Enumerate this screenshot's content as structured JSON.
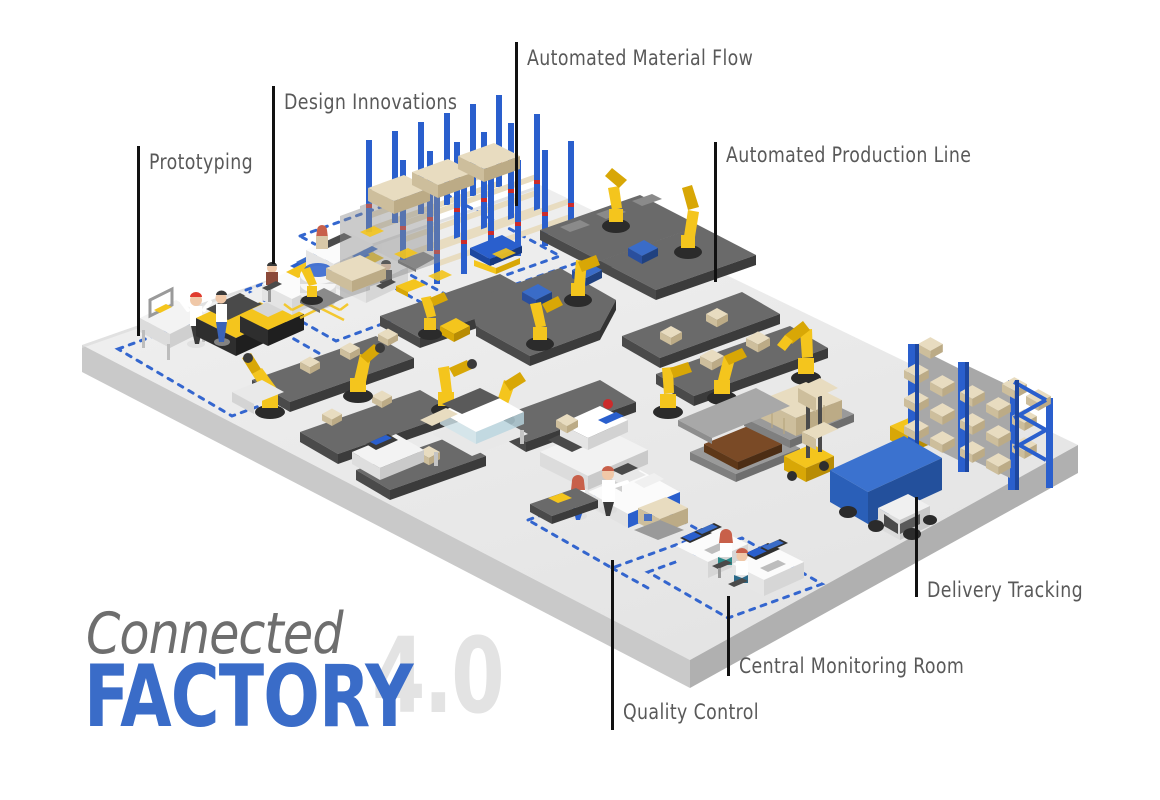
{
  "logo": {
    "script_word": "Connected",
    "main_word": "FACTORY",
    "version": "4.0",
    "colors": {
      "script": "#6e6e6e",
      "main": "#3a6cc8",
      "version": "#e3e3e3"
    }
  },
  "callouts": [
    {
      "id": "prototyping",
      "label": "Prototyping"
    },
    {
      "id": "design-innovations",
      "label": "Design Innovations"
    },
    {
      "id": "automated-material-flow",
      "label": "Automated Material Flow"
    },
    {
      "id": "automated-production-line",
      "label": "Automated Production Line"
    },
    {
      "id": "delivery-tracking",
      "label": "Delivery Tracking"
    },
    {
      "id": "central-monitoring-room",
      "label": "Central Monitoring Room"
    },
    {
      "id": "quality-control",
      "label": "Quality Control"
    }
  ],
  "palette": {
    "floor_top": "#ebebeb",
    "floor_front": "#c9c9c9",
    "floor_side": "#b4b4b4",
    "robot_yellow": "#f4c51d",
    "robot_yellow_dark": "#d8a706",
    "rack_blue": "#2a5fcd",
    "rack_blue_dark": "#1d47a0",
    "truck_blue": "#2d5fb8",
    "conveyor_gray": "#5c5c5c",
    "conveyor_dark": "#3f3f3f",
    "box_beige": "#e8dcc0",
    "box_beige_dark": "#cdbe9c",
    "marker_blue": "#2a5fcd",
    "white_machine": "#fafafa",
    "leader_line": "#111111",
    "label_text": "#595959"
  },
  "scene": {
    "title": "Isometric connected smart factory floor",
    "zones": [
      "prototyping bay with CNC machines and workers",
      "design office with desks, monitors and server stack",
      "high-bay pallet racking with AGV shuttles",
      "automated conveyor production line with robotic arms",
      "quality control inspection station",
      "central monitoring room with two operator desks",
      "palletizing, forklifts, storage racks and delivery truck"
    ]
  }
}
